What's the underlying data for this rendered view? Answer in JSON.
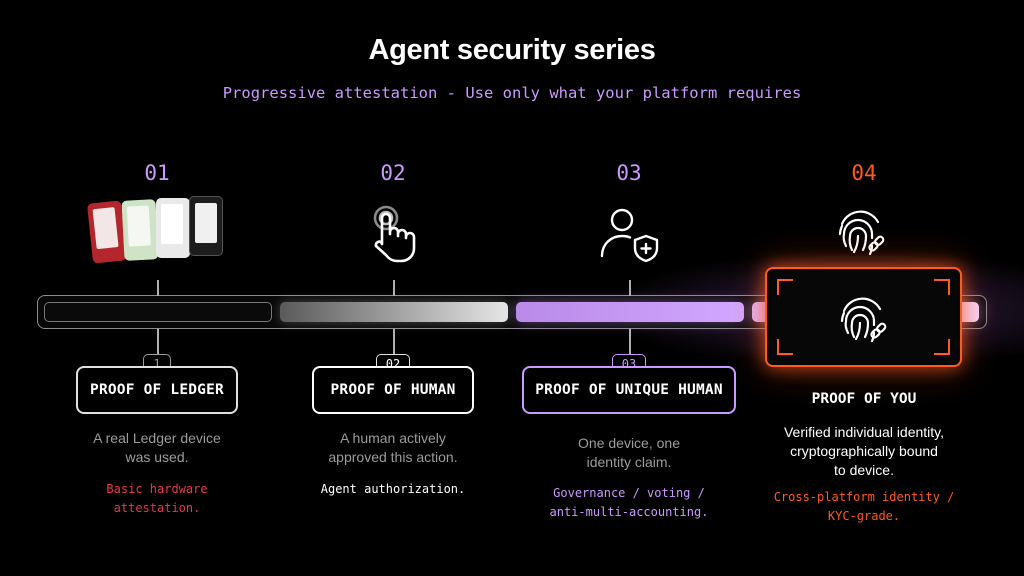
{
  "header": {
    "title": "Agent security series",
    "subtitle": "Progressive attestation - Use only what your platform requires"
  },
  "colors": {
    "accent_purple": "#c99aff",
    "accent_orange": "#ff5a1f",
    "note_red": "#e8374a",
    "desc_gray": "#9b9b9b"
  },
  "steps": [
    {
      "number": "01",
      "icon": "ledger-devices-icon",
      "badge": "1",
      "card_label": "PROOF OF LEDGER",
      "description": [
        "A real Ledger device",
        "was used."
      ],
      "note": [
        "Basic hardware",
        "attestation."
      ]
    },
    {
      "number": "02",
      "icon": "tap-hand-icon",
      "badge": "02",
      "card_label": "PROOF OF HUMAN",
      "description": [
        "A human actively",
        "approved this action."
      ],
      "note": [
        "Agent authorization."
      ]
    },
    {
      "number": "03",
      "icon": "user-shield-icon",
      "badge": "03",
      "card_label": "PROOF OF UNIQUE HUMAN",
      "description": [
        "One device, one",
        "identity claim."
      ],
      "note": [
        "Governance / voting /",
        "anti-multi-accounting."
      ]
    },
    {
      "number": "04",
      "icon": "fingerprint-link-icon",
      "card_label": "PROOF OF YOU",
      "description": [
        "Verified individual identity,",
        "cryptographically bound",
        "to device."
      ],
      "note": [
        "Cross-platform identity /",
        "KYC-grade."
      ]
    }
  ]
}
